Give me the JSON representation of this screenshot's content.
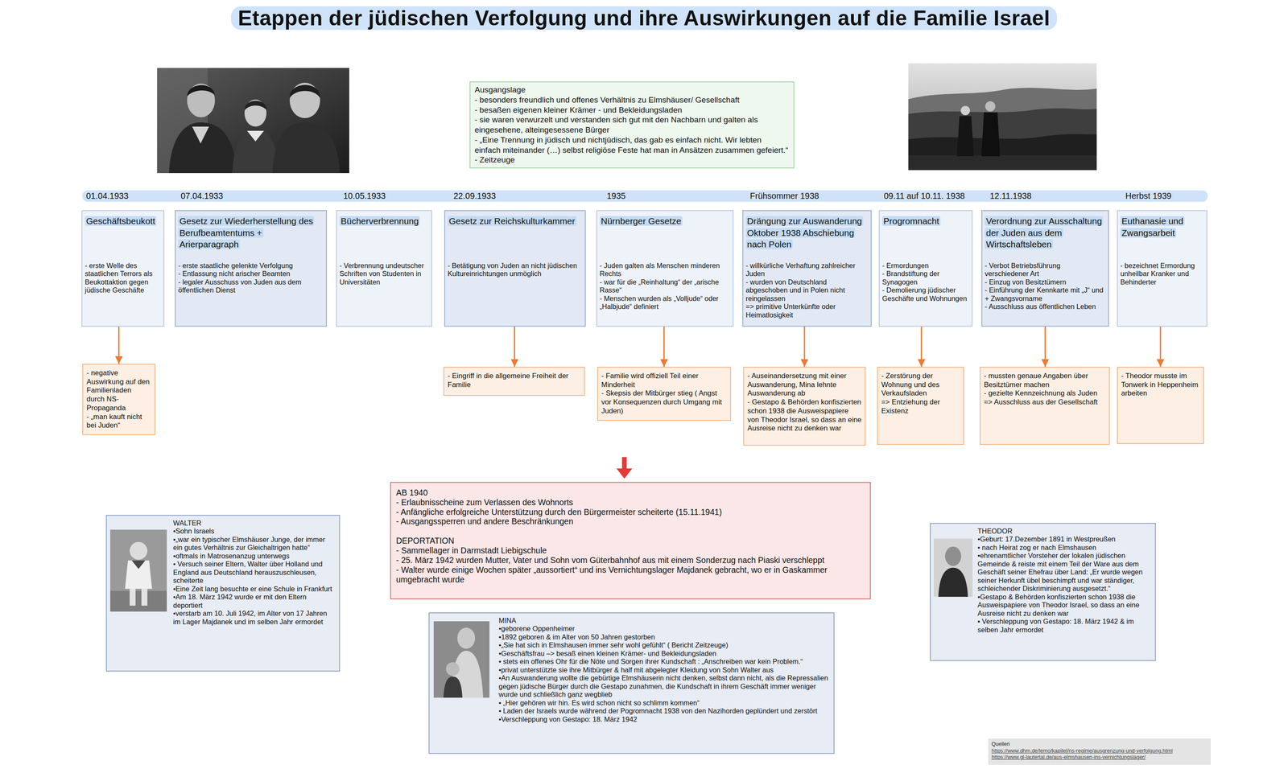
{
  "diagram": {
    "title": "Etappen der jüdischen Verfolgung und ihre Auswirkungen auf die Familie Israel",
    "nodes": [
      {
        "text": [
          "Ausgangslage",
          "- besonders freundlich und offenes Verhältnis zu Elmshäuser/ Gesellschaft",
          "- besaßen eigenen kleiner Krämer - und Bekleidungsladen",
          "- sie waren verwurzelt und verstanden sich gut mit den Nachbarn und galten als eingesehene, alteingesessene Bürger",
          "- „Eine Trennung in jüdisch und nichtjüdisch, das gab es einfach nicht. Wir lebten einfach miteinander (…) selbst religiöse Feste hat man in Ansätzen zusammen gefeiert.“ - Zeitzeuge"
        ]
      },
      {
        "text": [
          "01.04.1933",
          "07.04.1933",
          "10.05.1933",
          "22.09.1933",
          "1935",
          "Frühsommer 1938",
          "09.11 auf 10.11. 1938",
          "12.11.1938",
          "Herbst 1939"
        ]
      },
      {
        "text": [
          "Geschäftsbeukott",
          "- erste Welle des staatlichen Terrors als Beukottaktion gegen jüdische Geschäfte"
        ]
      },
      {
        "text": [
          "Gesetz zur Wiederherstellung des Berufbeamtentums + Arierparagraph",
          "- erste staatliche gelenkte Verfolgung",
          "- Entlassung nicht arischer Beamten",
          "- legaler Ausschuss von Juden aus dem öffentlichen Dienst"
        ]
      },
      {
        "text": [
          "Bücherverbrennung",
          "- Verbrennung undeutscher Schriften von Studenten in Universitäten"
        ]
      },
      {
        "text": [
          "Gesetz zur Reichskulturkammer",
          "- Betätigung von Juden an nicht jüdischen Kultureinrichtungen unmöglich"
        ]
      },
      {
        "text": [
          "Nürnberger Gesetze",
          "- Juden galten als Menschen minderen Rechts",
          "- war für die „Reinhaltung“ der „arische Rasse“",
          "- Menschen wurden als „Volljude“ oder „Halbjude“ definiert"
        ]
      },
      {
        "text": [
          "Drängung zur Auswanderung Oktober 1938 Abschiebung nach Polen",
          "- willkürliche Verhaftung zahlreicher Juden",
          "- wurden von Deutschland abgeschoben und in Polen nicht reingelassen",
          "=> primitive Unterkünfte oder Heimatlosigkeit"
        ]
      },
      {
        "text": [
          "Progromnacht",
          "- Ermordungen",
          "- Brandstiftung der Synagogen",
          "- Demolierung jüdischer Geschäfte und Wohnungen"
        ]
      },
      {
        "text": [
          "Verordnung zur Ausschaltung der Juden aus dem Wirtschaftsleben",
          "- Verbot Betriebsführung verschiedener Art",
          "- Einzug von Besitztümern",
          "- Einführung der Kennkarte mit „J“ und + Zwangsvorname",
          "- Ausschluss aus öffentlichen Leben"
        ]
      },
      {
        "text": [
          "Euthanasie und Zwangsarbeit",
          "- bezeichnet Ermordung unheilbar Kranker und Behinderter"
        ]
      },
      {
        "text": [
          "- negative Auswirkung auf den Familienladen durch NS-Propaganda",
          "- „man kauft nicht bei Juden“"
        ]
      },
      {
        "text": [
          "- Eingriff in die allgemeine Freiheit der Familie"
        ]
      },
      {
        "text": [
          "- Familie wird offiziell Teil einer Minderheit",
          "- Skepsis der Mitbürger stieg ( Angst vor Konsequenzen durch Umgang mit Juden)"
        ]
      },
      {
        "text": [
          "- Auseinandersetzung mit einer Auswanderung, Mina lehnte Auswanderung ab",
          "- Gestapo & Behörden konfiszierten schon 1938 die Ausweispapiere von Theodor Israel, so dass an eine Ausreise nicht zu denken war"
        ]
      },
      {
        "text": [
          "- Zerstörung der Wohnung und des Verkaufsladen",
          "=> Entziehung der Existenz"
        ]
      },
      {
        "text": [
          "- mussten genaue Angaben über Besitztümer machen",
          "- gezielte Kennzeichnung als Juden",
          "=> Ausschluss aus der Gesellschaft"
        ]
      },
      {
        "text": [
          "- Theodor musste im Tonwerk in Heppenheim arbeiten"
        ]
      },
      {
        "text": [
          "AB 1940",
          "- Erlaubnisscheine zum Verlassen des Wohnorts",
          "- Anfängliche erfolgreiche Unterstützung durch den Bürgermeister scheiterte (15.11.1941)",
          "- Ausgangssperren und andere Beschränkungen",
          "DEPORTATION",
          "- Sammellager in Darmstadt Liebigschule",
          "- 25. März 1942 wurden Mutter, Vater und Sohn vom Güterbahnhof aus mit einem Sonderzug nach Piaski verschleppt",
          "- Walter wurde einige Wochen später „aussortiert“ und ins Vernichtungslager Majdanek gebracht, wo er in Gaskammer umgebracht wurde"
        ]
      },
      {
        "text": [
          "WALTER",
          "•Sohn Israels",
          "•„war ein typischer Elmshäuser Junge, der immer ein gutes Verhältnis zur Gleichaltrigen hatte“",
          "•oftmals in Matrosenanzug unterwegs",
          "• Versuch seiner Eltern, Walter über Holland und England aus Deutschland herauszuschleusen, scheiterte",
          "•Eine Zeit lang besuchte er eine Schule in Frankfurt",
          "•Am 18. März 1942 wurde er mit den Eltern deportiert",
          "•verstarb am 10. Juli 1942, im Alter von 17 Jahren im Lager Majdanek und im selben Jahr ermordet"
        ]
      },
      {
        "text": [
          "THEODOR",
          "•Geburt: 17.Dezember 1891 in Westpreußen",
          "• nach Heirat zog er nach Elmshausen",
          "•ehrenamtlicher Vorsteher der lokalen jüdischen Gemeinde & reiste mit einem Teil der Ware aus dem Geschäft seiner Ehefrau über Land: „Er wurde wegen seiner Herkunft übel beschimpft und war ständiger, schleichender Diskriminierung ausgesetzt.“",
          "•Gestapo & Behörden konfiszierten schon 1938 die Ausweispapiere von Theodor Israel, so dass an eine Ausreise nicht zu denken war",
          "• Verschleppung von Gestapo: 18. März 1942 & im selben Jahr ermordet"
        ]
      },
      {
        "text": [
          "MINA",
          "•geborene Oppenheimer",
          "•1892 geboren & im Alter von 50 Jahren gestorben",
          "•„Sie hat sich in Elmshausen immer sehr wohl gefühlt“ ( Bericht Zeitzeuge)",
          "•Geschäftsfrau –> besaß einen kleinen Krämer- und Bekleidungsladen",
          "• stets ein offenes Ohr für die Nöte und Sorgen ihrer Kundschaft : „Anschreiben war kein Problem.“",
          "•privat unterstützte sie ihre Mitbürger & half mit abgelegter Kleidung von Sohn Walter aus",
          "•An Auswanderung wollte die gebürtige Elmshäuserin nicht denken, selbst dann nicht, als die Repressalien gegen jüdische Bürger durch die Gestapo zunahmen, die Kundschaft in ihrem Geschäft immer weniger wurde und schließlich ganz wegblieb",
          "• „Hier gehören wir hin. Es wird schon nicht so schlimm kommen“",
          "• Laden der Israels wurde während der Pogromnacht 1938 von den Nazihorden geplündert und zerstört",
          "•Verschleppung von Gestapo: 18. März 1942"
        ]
      },
      {
        "text": [
          "Quellen",
          "https://www.dhm.de/lemo/kapitel/ns-regime/ausgrenzung-und-verfolgung.html",
          "https://www.gl-lautertal.de/aus-elmshausen-ins-vernichtungslager/"
        ]
      }
    ],
    "edges": [
      {
        "from": 2,
        "to": 11,
        "arrow": "to"
      },
      {
        "from": 5,
        "to": 12,
        "arrow": "to"
      },
      {
        "from": 6,
        "to": 13,
        "arrow": "to"
      },
      {
        "from": 7,
        "to": 14,
        "arrow": "to"
      },
      {
        "from": 8,
        "to": 15,
        "arrow": "to"
      },
      {
        "from": 9,
        "to": 16,
        "arrow": "to"
      },
      {
        "from": 10,
        "to": 17,
        "arrow": "to"
      }
    ]
  }
}
